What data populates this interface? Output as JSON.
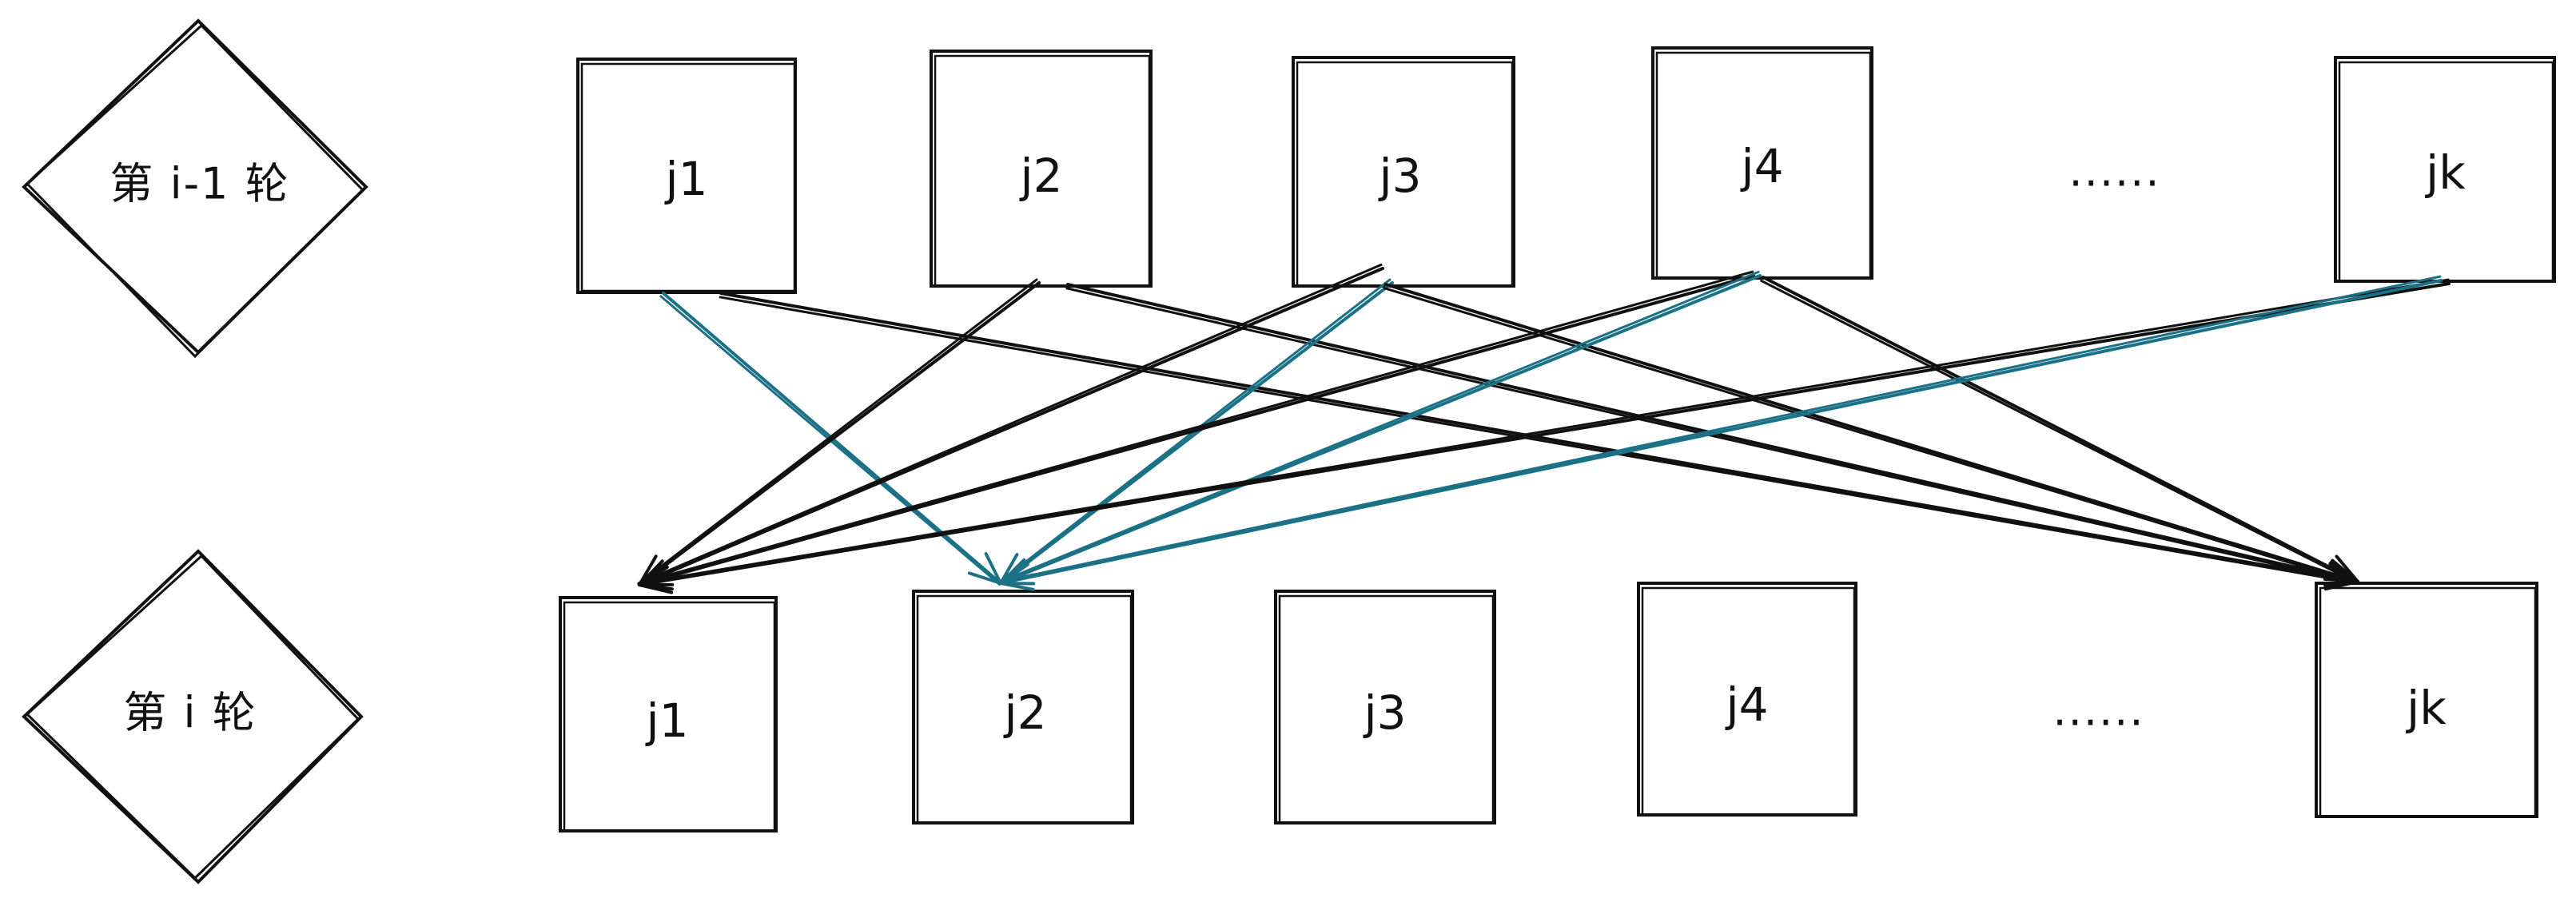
{
  "diagram": {
    "rounds": {
      "prev_label": "第 i-1 轮",
      "curr_label": "第 i 轮"
    },
    "top_nodes": [
      "j1",
      "j2",
      "j3",
      "j4",
      "......",
      "jk"
    ],
    "bottom_nodes": [
      "j1",
      "j2",
      "j3",
      "j4",
      "......",
      "jk"
    ],
    "colors": {
      "stroke": "#111111",
      "highlight": "#1b7186",
      "background": "#ffffff"
    },
    "edges": [
      {
        "from": "j1",
        "to": "j2",
        "highlight": true
      },
      {
        "from": "j1",
        "to": "jk",
        "highlight": false
      },
      {
        "from": "j2",
        "to": "j1",
        "highlight": false
      },
      {
        "from": "j2",
        "to": "jk",
        "highlight": false
      },
      {
        "from": "j3",
        "to": "j1",
        "highlight": false
      },
      {
        "from": "j3",
        "to": "j2",
        "highlight": true
      },
      {
        "from": "j3",
        "to": "jk",
        "highlight": false
      },
      {
        "from": "j4",
        "to": "j1",
        "highlight": false
      },
      {
        "from": "j4",
        "to": "j2",
        "highlight": true
      },
      {
        "from": "j4",
        "to": "jk",
        "highlight": false
      },
      {
        "from": "jk",
        "to": "j1",
        "highlight": false
      },
      {
        "from": "jk",
        "to": "j2",
        "highlight": true
      }
    ]
  }
}
